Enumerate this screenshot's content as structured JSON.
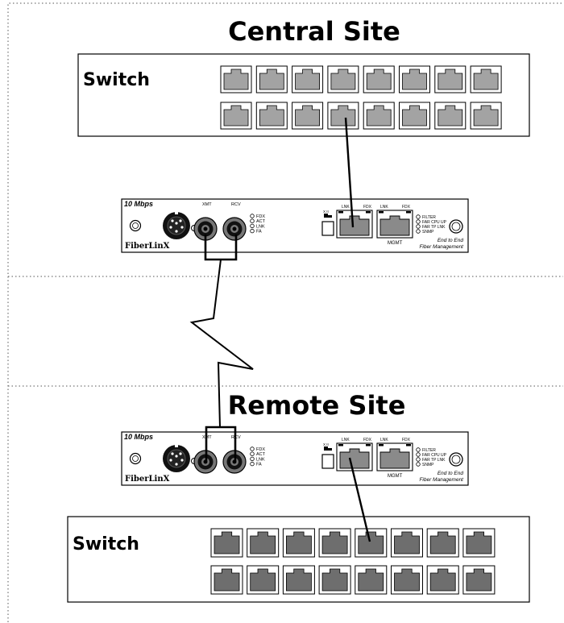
{
  "central": {
    "title": "Central Site",
    "switch_label": "Switch"
  },
  "remote": {
    "title": "Remote Site",
    "switch_label": "Switch"
  },
  "device": {
    "speed": "10 Mbps",
    "brand": "FiberLinX",
    "xmt": "XMT",
    "rcv": "RCV",
    "left_leds": [
      "FDX",
      "ACT",
      "LNK",
      "FA"
    ],
    "port1_lnk": "LNK",
    "port1_fdx": "FDX",
    "port2_lnk": "LNK",
    "port2_fdx": "FDX",
    "mgmt": "MGMT",
    "right_leds": [
      "FILTER",
      "FAR CPU UP",
      "FAR TP LNK",
      "SNMP"
    ],
    "dip": "X  II",
    "tagline1": "End to End",
    "tagline2": "Fiber Management"
  },
  "colors": {
    "central_port": "#a3a3a3",
    "remote_port": "#6e6e6e",
    "line": "#000000"
  }
}
